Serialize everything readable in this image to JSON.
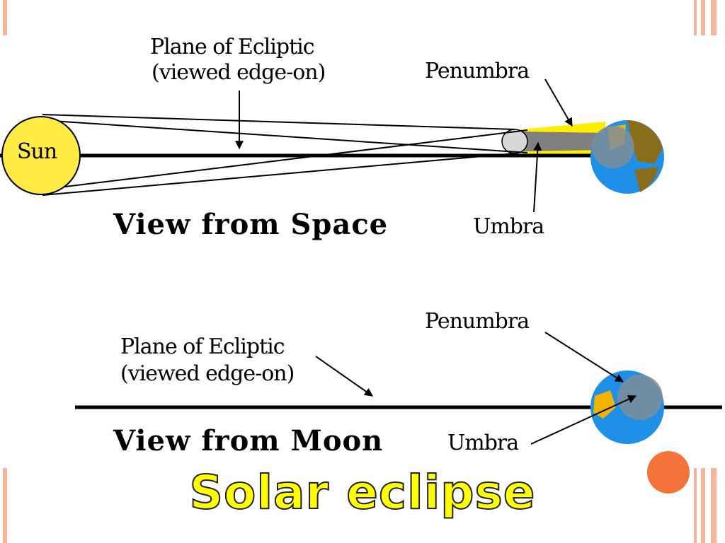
{
  "title": "Solar eclipse",
  "space_view": {
    "heading": "View from Space",
    "sun_label": "Sun",
    "ecliptic_line1": "Plane of Ecliptic",
    "ecliptic_line2": "(viewed edge-on)",
    "penumbra_label": "Penumbra",
    "umbra_label": "Umbra"
  },
  "moon_view": {
    "heading": "View from Moon",
    "ecliptic_line1": "Plane of Ecliptic",
    "ecliptic_line2": "(viewed edge-on)",
    "penumbra_label": "Penumbra",
    "umbra_label": "Umbra"
  },
  "colors": {
    "sun": "#ffeb44",
    "penumbra": "#ffee00",
    "umbra": "#808080",
    "earth_ocean": "#1e90e8",
    "earth_land": "#8a6d1c",
    "title_text": "#ffff00",
    "accent_circle": "#f4733a",
    "border_stripe": "#f4b59c"
  },
  "icons": {
    "sun": "sun-disc",
    "earth": "earth-globe",
    "moon": "moon-disc"
  }
}
